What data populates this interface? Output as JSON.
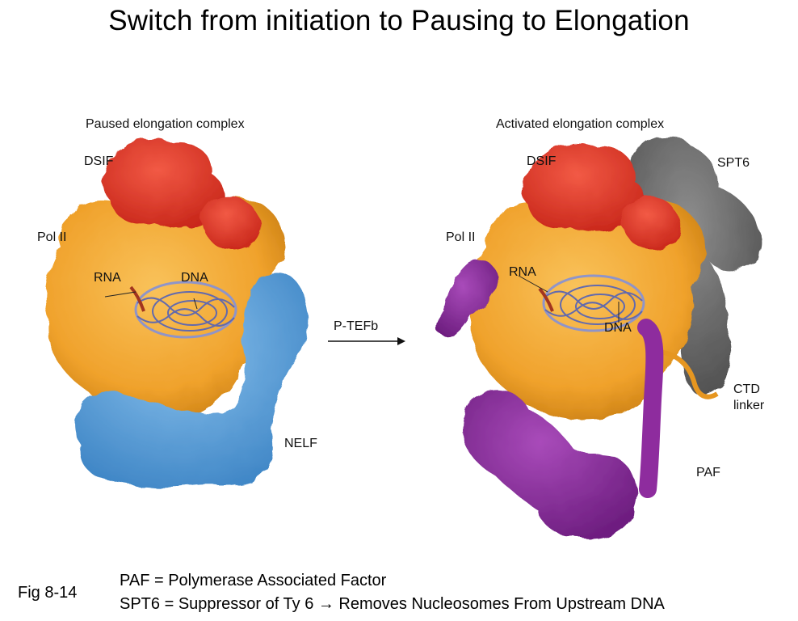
{
  "slide": {
    "title": "Switch from initiation to Pausing to Elongation"
  },
  "figure": {
    "left_panel": {
      "title": "Paused elongation complex",
      "labels": {
        "dsif": "DSIF",
        "pol2": "Pol II",
        "rna": "RNA",
        "dna": "DNA",
        "nelf": "NELF"
      }
    },
    "arrow": {
      "label": "P-TEFb"
    },
    "right_panel": {
      "title": "Activated elongation complex",
      "labels": {
        "dsif": "DSIF",
        "spt6": "SPT6",
        "pol2": "Pol II",
        "rna": "RNA",
        "dna": "DNA",
        "ctd_line1": "CTD",
        "ctd_line2": "linker",
        "paf": "PAF"
      }
    },
    "colors": {
      "pol2": "#F2A630",
      "dsif": "#E8392A",
      "nelf": "#5EA3DB",
      "paf": "#8E2C9E",
      "spt6": "#6E6E6E",
      "dna": "#7A86C8"
    }
  },
  "caption": {
    "fig_ref": "Fig 8-14",
    "line1": "PAF = Polymerase Associated Factor",
    "line2": "SPT6 = Suppressor of Ty 6 → Removes Nucleosomes From Upstream DNA"
  }
}
